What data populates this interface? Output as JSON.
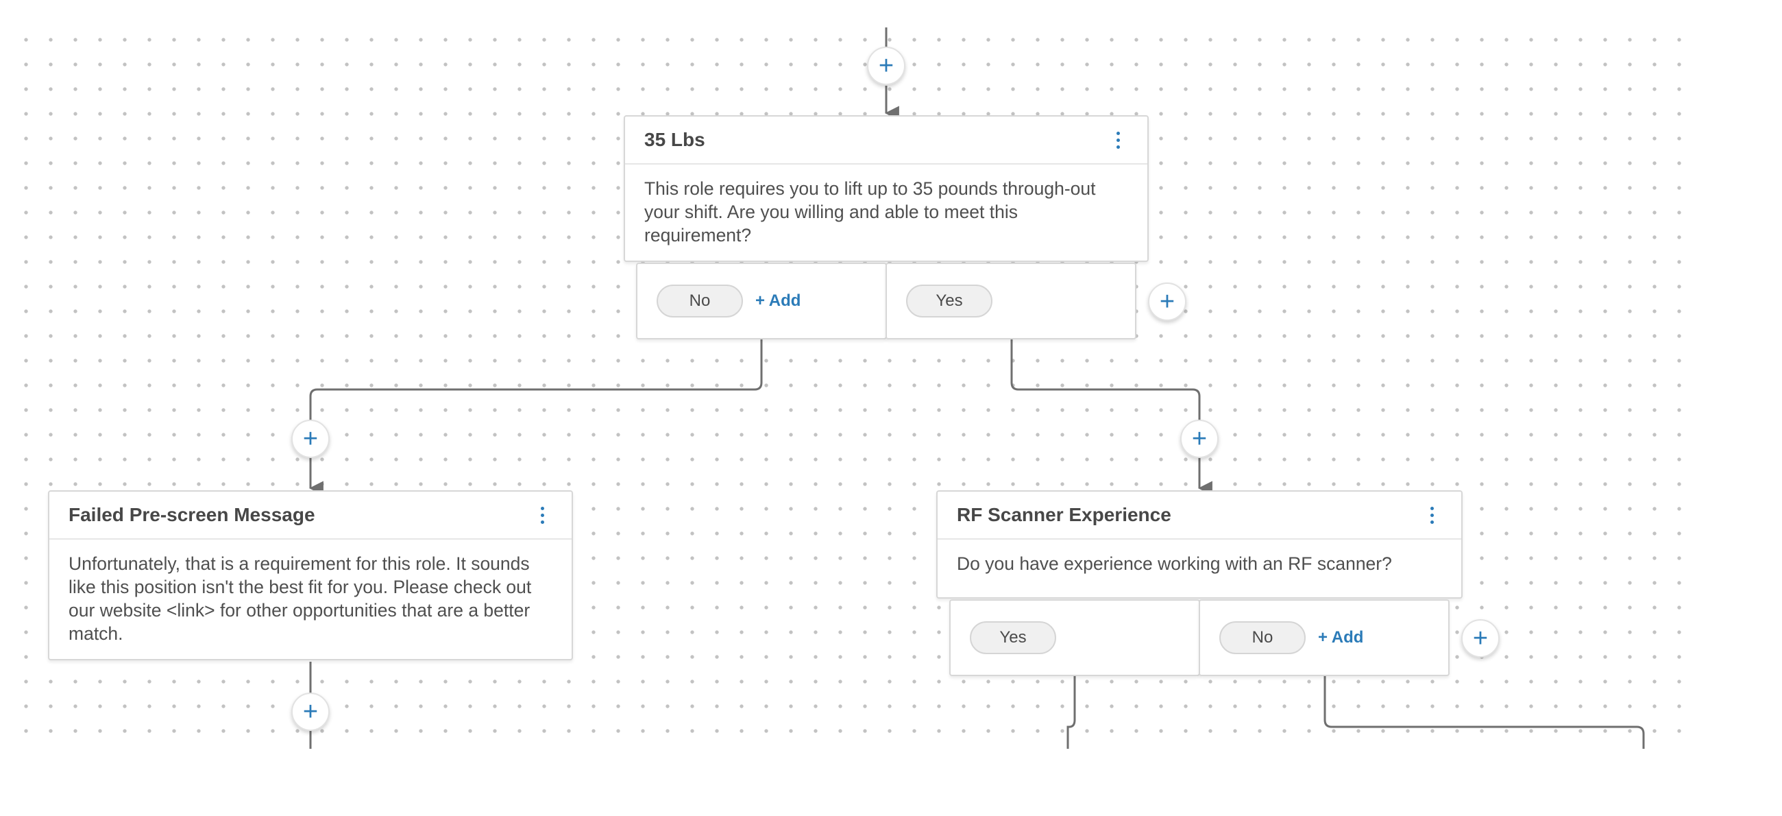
{
  "icons": {
    "add": "+",
    "menu": "kebab-menu-icon"
  },
  "colors": {
    "accent": "#2b7bb8",
    "connector": "#6f6f6f",
    "card_border": "#d7d7d7",
    "dot_grid": "#c2c2c2"
  },
  "nodes": {
    "lbs35": {
      "title": "35 Lbs",
      "body": "This role requires you to lift up to 35 pounds through-out your shift. Are you willing and able to meet this requirement?",
      "answers": [
        {
          "label": "No",
          "add_label": "+ Add"
        },
        {
          "label": "Yes"
        }
      ]
    },
    "failed": {
      "title": "Failed Pre-screen Message",
      "body": "Unfortunately, that is a requirement for this role. It sounds like this position isn't the best fit for you. Please check out our website <link> for other opportunities that are a better match."
    },
    "rf": {
      "title": "RF Scanner Experience",
      "body": "Do you have experience working with an RF scanner?",
      "answers": [
        {
          "label": "Yes"
        },
        {
          "label": "No",
          "add_label": "+ Add"
        }
      ]
    }
  }
}
